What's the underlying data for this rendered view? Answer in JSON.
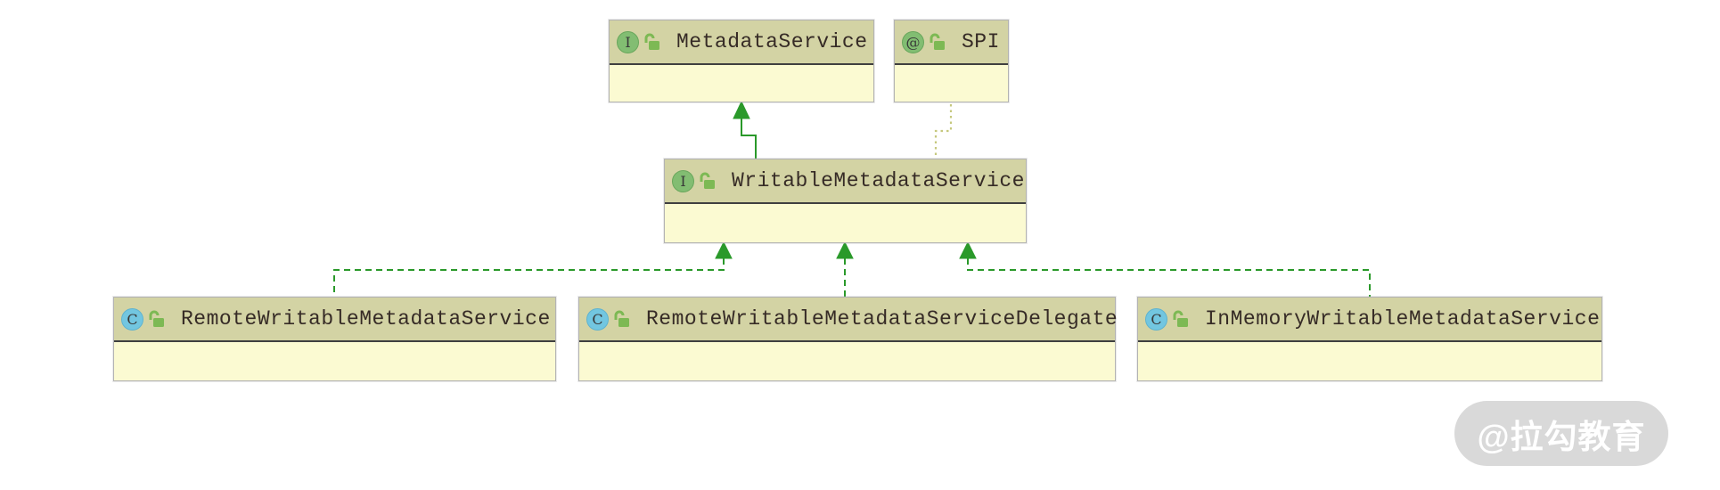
{
  "diagram": {
    "nodes": [
      {
        "id": "metadata-service",
        "label": "MetadataService",
        "kind": "interface",
        "badge": "I",
        "visibility": "public"
      },
      {
        "id": "spi",
        "label": "SPI",
        "kind": "annotation",
        "badge": "@",
        "visibility": "public"
      },
      {
        "id": "writable-metadata-service",
        "label": "WritableMetadataService",
        "kind": "interface",
        "badge": "I",
        "visibility": "public"
      },
      {
        "id": "remote-writable-metadata-service",
        "label": "RemoteWritableMetadataService",
        "kind": "class",
        "badge": "C",
        "visibility": "public"
      },
      {
        "id": "remote-writable-metadata-service-delegate",
        "label": "RemoteWritableMetadataServiceDelegate",
        "kind": "class",
        "badge": "C",
        "visibility": "public"
      },
      {
        "id": "in-memory-writable-metadata-service",
        "label": "InMemoryWritableMetadataService",
        "kind": "class",
        "badge": "C",
        "visibility": "public"
      }
    ],
    "edges": [
      {
        "from": "WritableMetadataService",
        "to": "MetadataService",
        "relation": "extends",
        "style": "solid-green-arrow"
      },
      {
        "from": "WritableMetadataService",
        "to": "SPI",
        "relation": "annotated-with",
        "style": "dotted-olive"
      },
      {
        "from": "RemoteWritableMetadataService",
        "to": "WritableMetadataService",
        "relation": "implements",
        "style": "dashed-green-arrow"
      },
      {
        "from": "RemoteWritableMetadataServiceDelegate",
        "to": "WritableMetadataService",
        "relation": "implements",
        "style": "dashed-green-arrow"
      },
      {
        "from": "InMemoryWritableMetadataService",
        "to": "WritableMetadataService",
        "relation": "implements",
        "style": "dashed-green-arrow"
      }
    ],
    "icons": {
      "interface_icon": "green circle with I",
      "annotation_icon": "green circle with @",
      "class_icon": "blue circle with C",
      "lock_icon": "green open padlock (public)"
    }
  },
  "watermark": {
    "text": "@拉勾教育"
  },
  "colors": {
    "node_header_bg": "#d3d3a4",
    "node_body_bg": "#fbfad2",
    "node_border": "#b3b3b3",
    "header_divider": "#3f3f3f",
    "inheritance_green": "#2a992a",
    "annotation_dotted": "#c6c87e",
    "interface_badge_bg": "#82bd72",
    "class_badge_bg": "#72c6e0",
    "lock_green": "#7db954",
    "label_text": "#362b26",
    "watermark_bg": "#d9d9d9",
    "watermark_text": "#ffffff"
  }
}
